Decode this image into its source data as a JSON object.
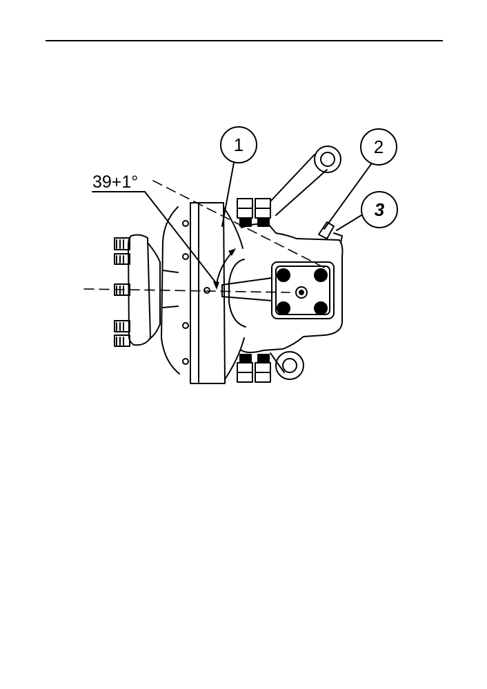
{
  "drawing": {
    "angle_label": "39+1°",
    "callouts": [
      {
        "number": "1"
      },
      {
        "number": "2"
      },
      {
        "number": "3"
      }
    ]
  }
}
